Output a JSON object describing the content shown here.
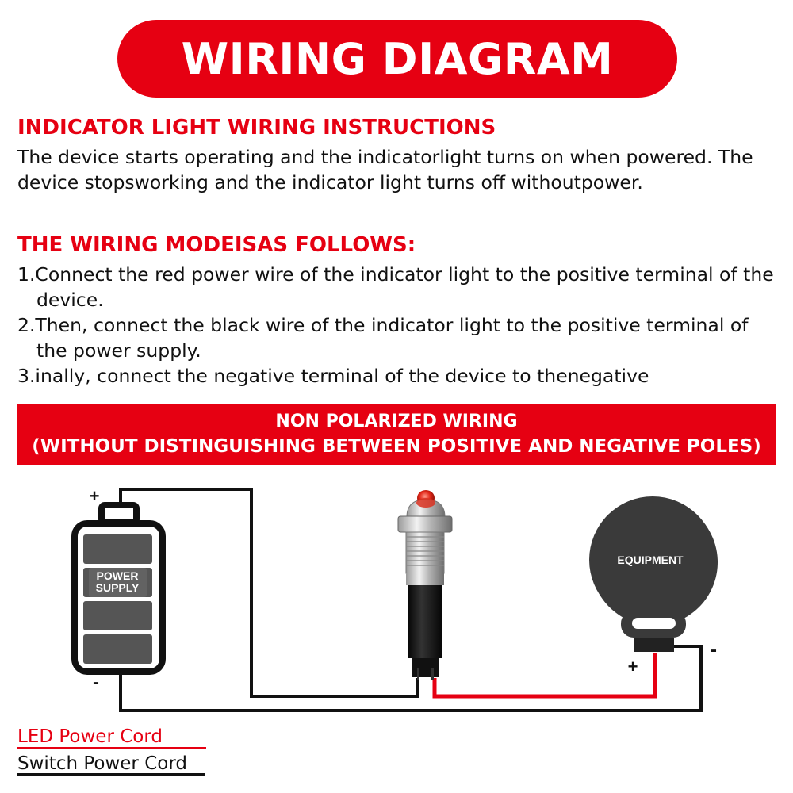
{
  "header": {
    "title": "WIRING DIAGRAM"
  },
  "instructions": {
    "heading": "INDICATOR LIGHT WIRING INSTRUCTIONS",
    "body": "The device starts operating and the indicatorlight turns on when powered. The device stopsworking and the indicator light turns off withoutpower."
  },
  "wiring_mode": {
    "heading": "THE WIRING MODEISAS FOLLOWS:",
    "steps": [
      "1.Connect the red power wire of the indicator light to the positive terminal of the device.",
      "2.Then, connect the black wire of the indicator light to the positive terminal of the power supply.",
      "3.inally, connect the negative terminal of the device to thenegative"
    ]
  },
  "banner": {
    "line1": "NON POLARIZED WIRING",
    "line2": "(WITHOUT DISTINGUISHING BETWEEN POSITIVE AND NEGATIVE POLES)"
  },
  "diagram": {
    "battery": {
      "label_line1": "POWER",
      "label_line2": "SUPPLY",
      "plus": "+",
      "minus": "-"
    },
    "equipment": {
      "label": "EQUIPMENT",
      "plus": "+",
      "minus": "-"
    }
  },
  "legend": {
    "led_cord": "LED Power Cord",
    "switch_cord": "Switch Power Cord"
  },
  "colors": {
    "accent": "#e60012",
    "wire_black": "#111111",
    "wire_red": "#e60012"
  }
}
